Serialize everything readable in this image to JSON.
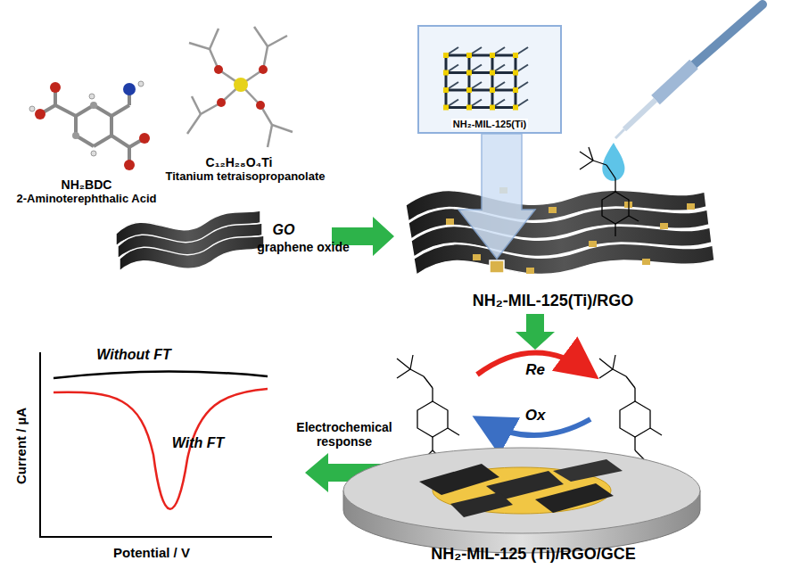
{
  "diagram": {
    "nodes": [
      {
        "text": [
          "NH₂-MIL-125(Ti)"
        ]
      }
    ],
    "labels": [
      "NH₂BDC",
      "2-Aminoterephthalic Acid",
      "C₁₂H₂₈O₄Ti",
      "Titanium tetraisopropanolate",
      "GO",
      "graphene oxide",
      "NH₂-MIL-125(Ti)/RGO",
      "Re",
      "Ox",
      "Electrochemical response",
      "NH₂-MIL-125 (Ti)/RGO/GCE",
      "Without FT",
      "With FT",
      "Current / µA",
      "Potential / V"
    ]
  }
}
